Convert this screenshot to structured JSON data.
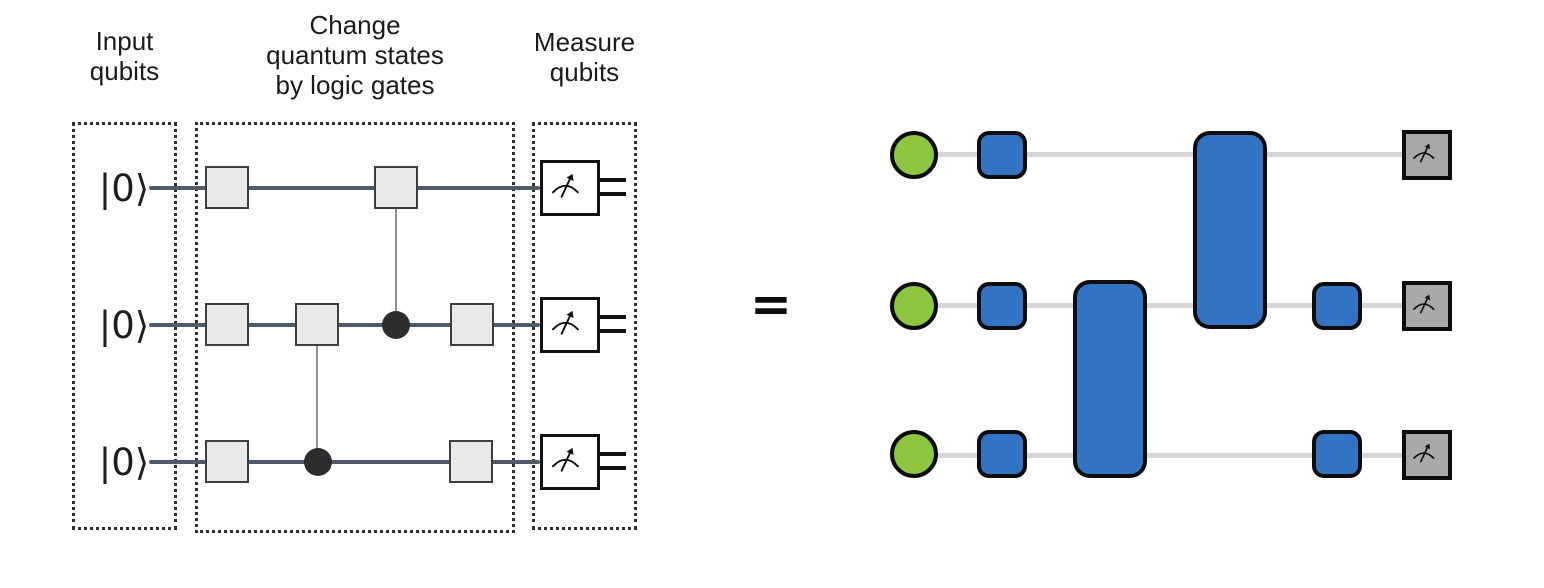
{
  "equals_sign": "=",
  "left_circuit": {
    "section_labels": {
      "input": "Input\nqubits",
      "gates": "Change\nquantum states\nby logic gates",
      "measure": "Measure\nqubits"
    },
    "qubit_labels": [
      "|0⟩",
      "|0⟩",
      "|0⟩"
    ],
    "structure": {
      "qubit_count": 3,
      "rows": [
        "gate, gate-with-control-line-to-qubit-2, measure",
        "gate, gate-with-control-line-to-qubit-3, control-dot, gate, measure",
        "gate, control-dot, gate, measure"
      ]
    }
  },
  "right_circuit": {
    "structure": {
      "qubit_count": 3,
      "rows": [
        "input-state, single-qubit-gate, two-qubit-gate(q1-q2), measure",
        "input-state, single-qubit-gate, two-qubit-gate(q2-q3), two-qubit-gate(q1-q2), single-qubit-gate, measure",
        "input-state, single-qubit-gate, two-qubit-gate(q2-q3), single-qubit-gate, measure"
      ]
    }
  },
  "colors": {
    "gate_blue": "#3273c4",
    "input_green": "#8dc63f",
    "meter_gray": "#a9a9a9",
    "left_gate_fill": "#e9e9e9",
    "left_gate_border": "#3e3e3e",
    "left_wire": "#4d5b6b",
    "right_wire": "#d6d6d6",
    "control_dot": "#2d2d2d"
  }
}
